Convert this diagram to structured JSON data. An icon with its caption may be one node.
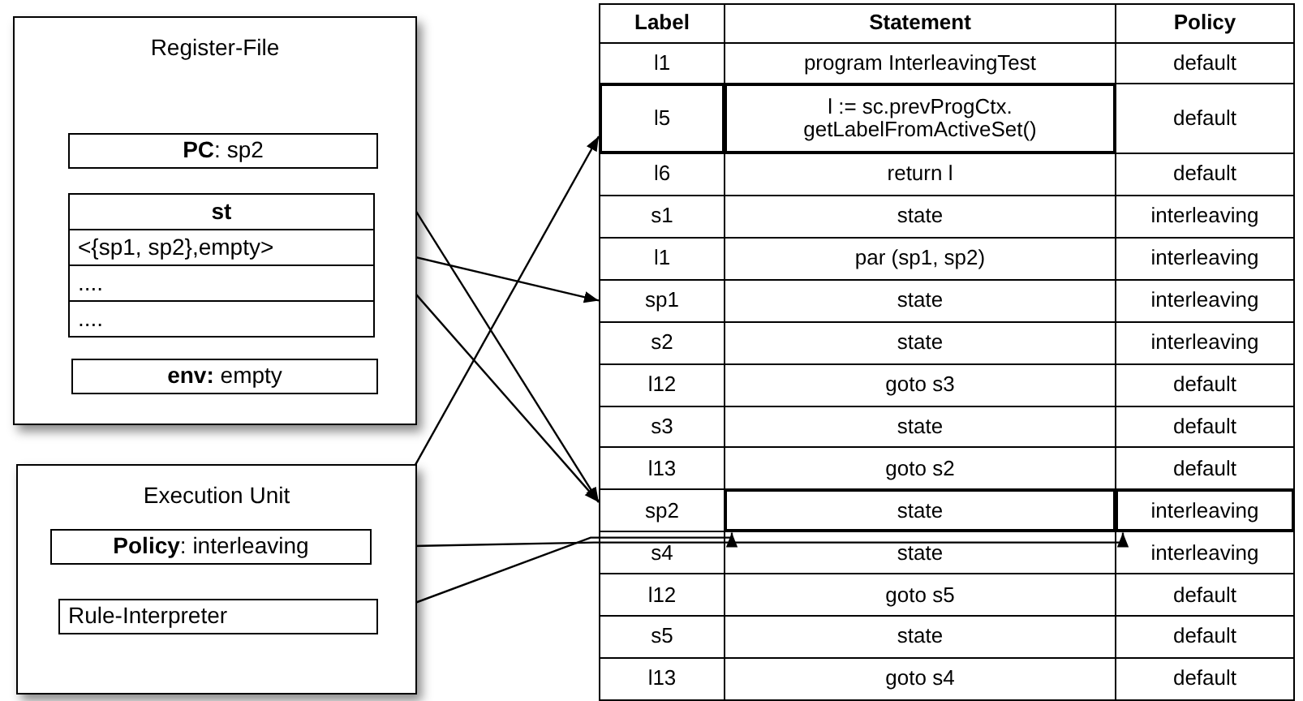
{
  "diagram": {
    "nodes": [
      {
        "text": [
          "Register-File"
        ]
      },
      {
        "text": [
          "**PC**: sp2"
        ],
        "in": 0
      },
      {
        "text": [
          "st"
        ],
        "in": 0
      },
      {
        "text": [
          "<{sp1, sp2},empty>"
        ],
        "in": 2
      },
      {
        "text": [
          "...."
        ],
        "in": 2
      },
      {
        "text": [
          "...."
        ],
        "in": 2
      },
      {
        "text": [
          "**env:** empty"
        ],
        "in": 0
      },
      {
        "text": [
          "Execution Unit"
        ]
      },
      {
        "text": [
          "**Policy**: interleaving"
        ],
        "in": 7
      },
      {
        "text": [
          "Rule-Interpreter"
        ],
        "in": 7
      },
      {
        "text": [
          "Label"
        ]
      },
      {
        "text": [
          "Statement"
        ]
      },
      {
        "text": [
          "Policy"
        ]
      },
      {
        "text": [
          "l5"
        ]
      },
      {
        "text": [
          "sp1"
        ]
      },
      {
        "text": [
          "sp2"
        ]
      },
      {
        "text": [
          "state"
        ]
      },
      {
        "text": [
          "interleaving"
        ]
      }
    ],
    "edges": [
      {
        "from": 1,
        "to": 15,
        "arrow": "to"
      },
      {
        "from": 3,
        "to": 14,
        "arrow": "to"
      },
      {
        "from": 3,
        "to": 15,
        "arrow": "to"
      },
      {
        "from": 8,
        "to": 13,
        "arrow": "to"
      },
      {
        "from": 8,
        "to": 17,
        "arrow": "to"
      },
      {
        "from": 9,
        "to": 16,
        "arrow": "to"
      }
    ],
    "labels": [
      "l1",
      "program InterleavingTest",
      "default",
      "l := sc.prevProgCtx. getLabelFromActiveSet()",
      "default",
      "l6",
      "return l",
      "default",
      "s1",
      "state",
      "interleaving",
      "l1",
      "par (sp1, sp2)",
      "interleaving",
      "state",
      "interleaving",
      "s2",
      "state",
      "interleaving",
      "l12",
      "goto s3",
      "default",
      "s3",
      "state",
      "default",
      "l13",
      "goto s2",
      "default",
      "s4",
      "state",
      "interleaving",
      "l12",
      "goto s5",
      "default",
      "s5",
      "state",
      "default",
      "l13",
      "goto s4",
      "default"
    ]
  }
}
